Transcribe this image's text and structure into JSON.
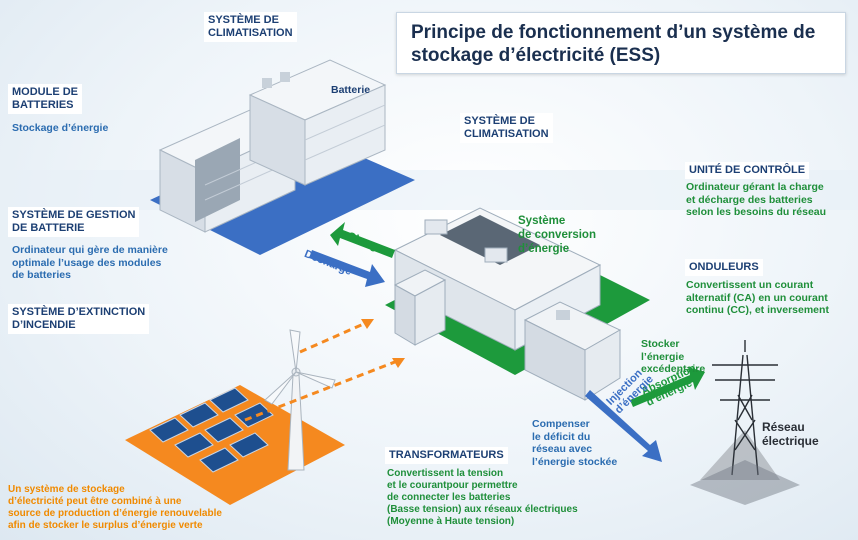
{
  "title": "Principe de fonctionnement d’un système de stockage d’électricité (ESS)",
  "labels": {
    "clim_top_title": "SYSTÈME DE\nCLIMATISATION",
    "batterie": "Batterie",
    "module_title": "MODULE DE\nBATTERIES",
    "module_desc": "Stockage d’énergie",
    "bms_title": "SYSTÈME DE GESTION\nDE BATTERIE",
    "bms_desc": "Ordinateur qui gère de manière\noptimale l’usage des modules\nde batteries",
    "fire_title": "SYSTÈME D’EXTINCTION\nD’INCENDIE",
    "clim_mid_title": "SYSTÈME DE\nCLIMATISATION",
    "conversion": "Système\nde conversion\nd’énergie",
    "control_title": "UNITÉ DE CONTRÔLE",
    "control_desc": "Ordinateur gérant la charge\net décharge des batteries\nselon les besoins du réseau",
    "onduleurs_title": "ONDULEURS",
    "onduleurs_desc": "Convertissent un courant\nalternatif (CA) en un courant\ncontinu (CC), et inversement",
    "stocker": "Stocker\nl’énergie\nexcédentaire",
    "reseau": "Réseau\nélectrique",
    "compenser": "Compenser\nle déficit du\nréseau avec\nl’énergie stockée",
    "transfo_title": "TRANSFORMATEURS",
    "transfo_desc": "Convertissent la tension\net le courantpour permettre\nde connecter les batteries\n(Basse tension) aux réseaux électriques\n(Moyenne à Haute tension)",
    "renewable_desc": "Un système de stockage\nd’électricité peut être combiné à une\nsource de production d’énergie renouvelable\nafin de stocker le surplus d’énergie verte"
  },
  "arrows": {
    "charge": "Charge",
    "decharge": "Décharge",
    "absorption": "Absorption\nd’énergie",
    "injection": "Injection\nd’énergie"
  },
  "colors": {
    "navy": "#1c3f73",
    "blue": "#2b6cb0",
    "green": "#1f8f3a",
    "orange": "#f08a00",
    "platform_blue": "#3b6fc4",
    "platform_green": "#1d9a3c"
  }
}
